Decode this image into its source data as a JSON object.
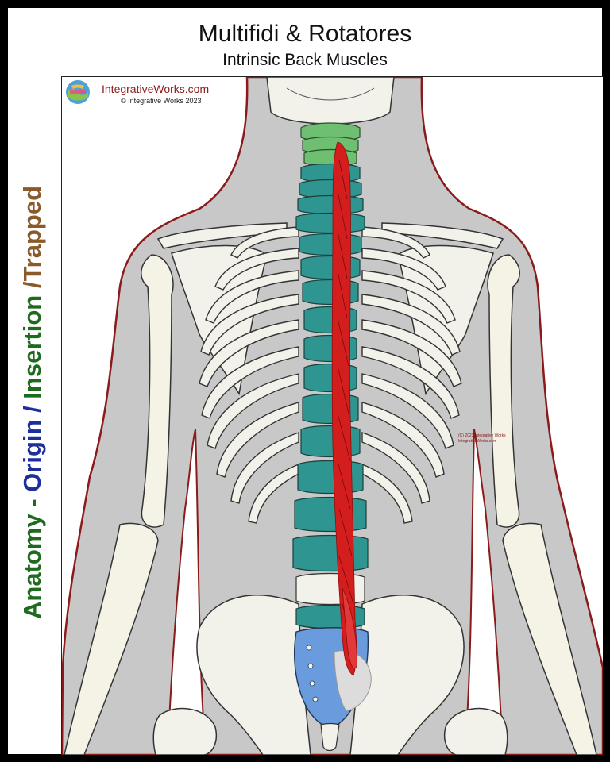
{
  "title": "Multifidi & Rotatores",
  "subtitle": "Intrinsic Back Muscles",
  "side_label": {
    "part1": "Anatomy - ",
    "part2": "Origin / ",
    "part3": "Insertion ",
    "part4": "/Trapped"
  },
  "branding": {
    "site": "IntegrativeWorks.com",
    "copyright": "© Integrative Works 2023",
    "watermark_line1": "(C) 2023 Integrative Works",
    "watermark_line2": "IntegrativeWorks.com"
  },
  "colors": {
    "body_fill": "#c8c8c8",
    "body_outline": "#8b1a1a",
    "bone": "#f2f2ea",
    "cervical_origin": "#6fbf73",
    "spine_insertion": "#2e9590",
    "sacrum_origin": "#6a9bdc",
    "muscle": "#d41e1e",
    "green_label": "#1e6b1e",
    "blue_label": "#1c2f9c",
    "brown_label": "#8a5a2b"
  }
}
